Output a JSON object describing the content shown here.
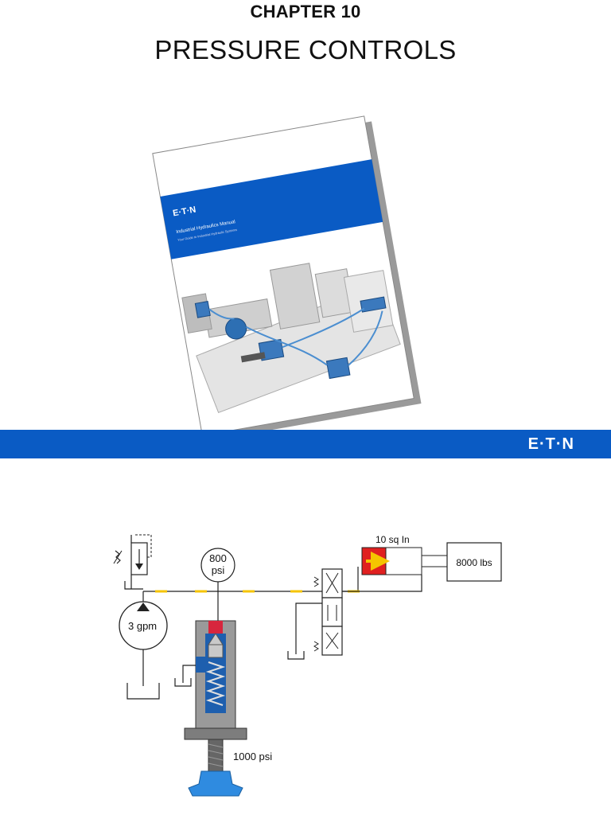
{
  "header": {
    "chapter": "CHAPTER 10",
    "title": "PRESSURE CONTROLS"
  },
  "book_cover": {
    "logo": "E·T·N",
    "title": "Industrial Hydraulics Manual",
    "subtitle": "Your Guide to Industrial Hydraulic Systems"
  },
  "band": {
    "logo": "E·T·N",
    "color": "#0a5bc4"
  },
  "diagram": {
    "gauge_value": "800",
    "gauge_unit": "psi",
    "pump_label": "3 gpm",
    "relief_setting": "1000 psi",
    "cylinder_area": "10 sq In",
    "load_label": "8000 lbs"
  }
}
